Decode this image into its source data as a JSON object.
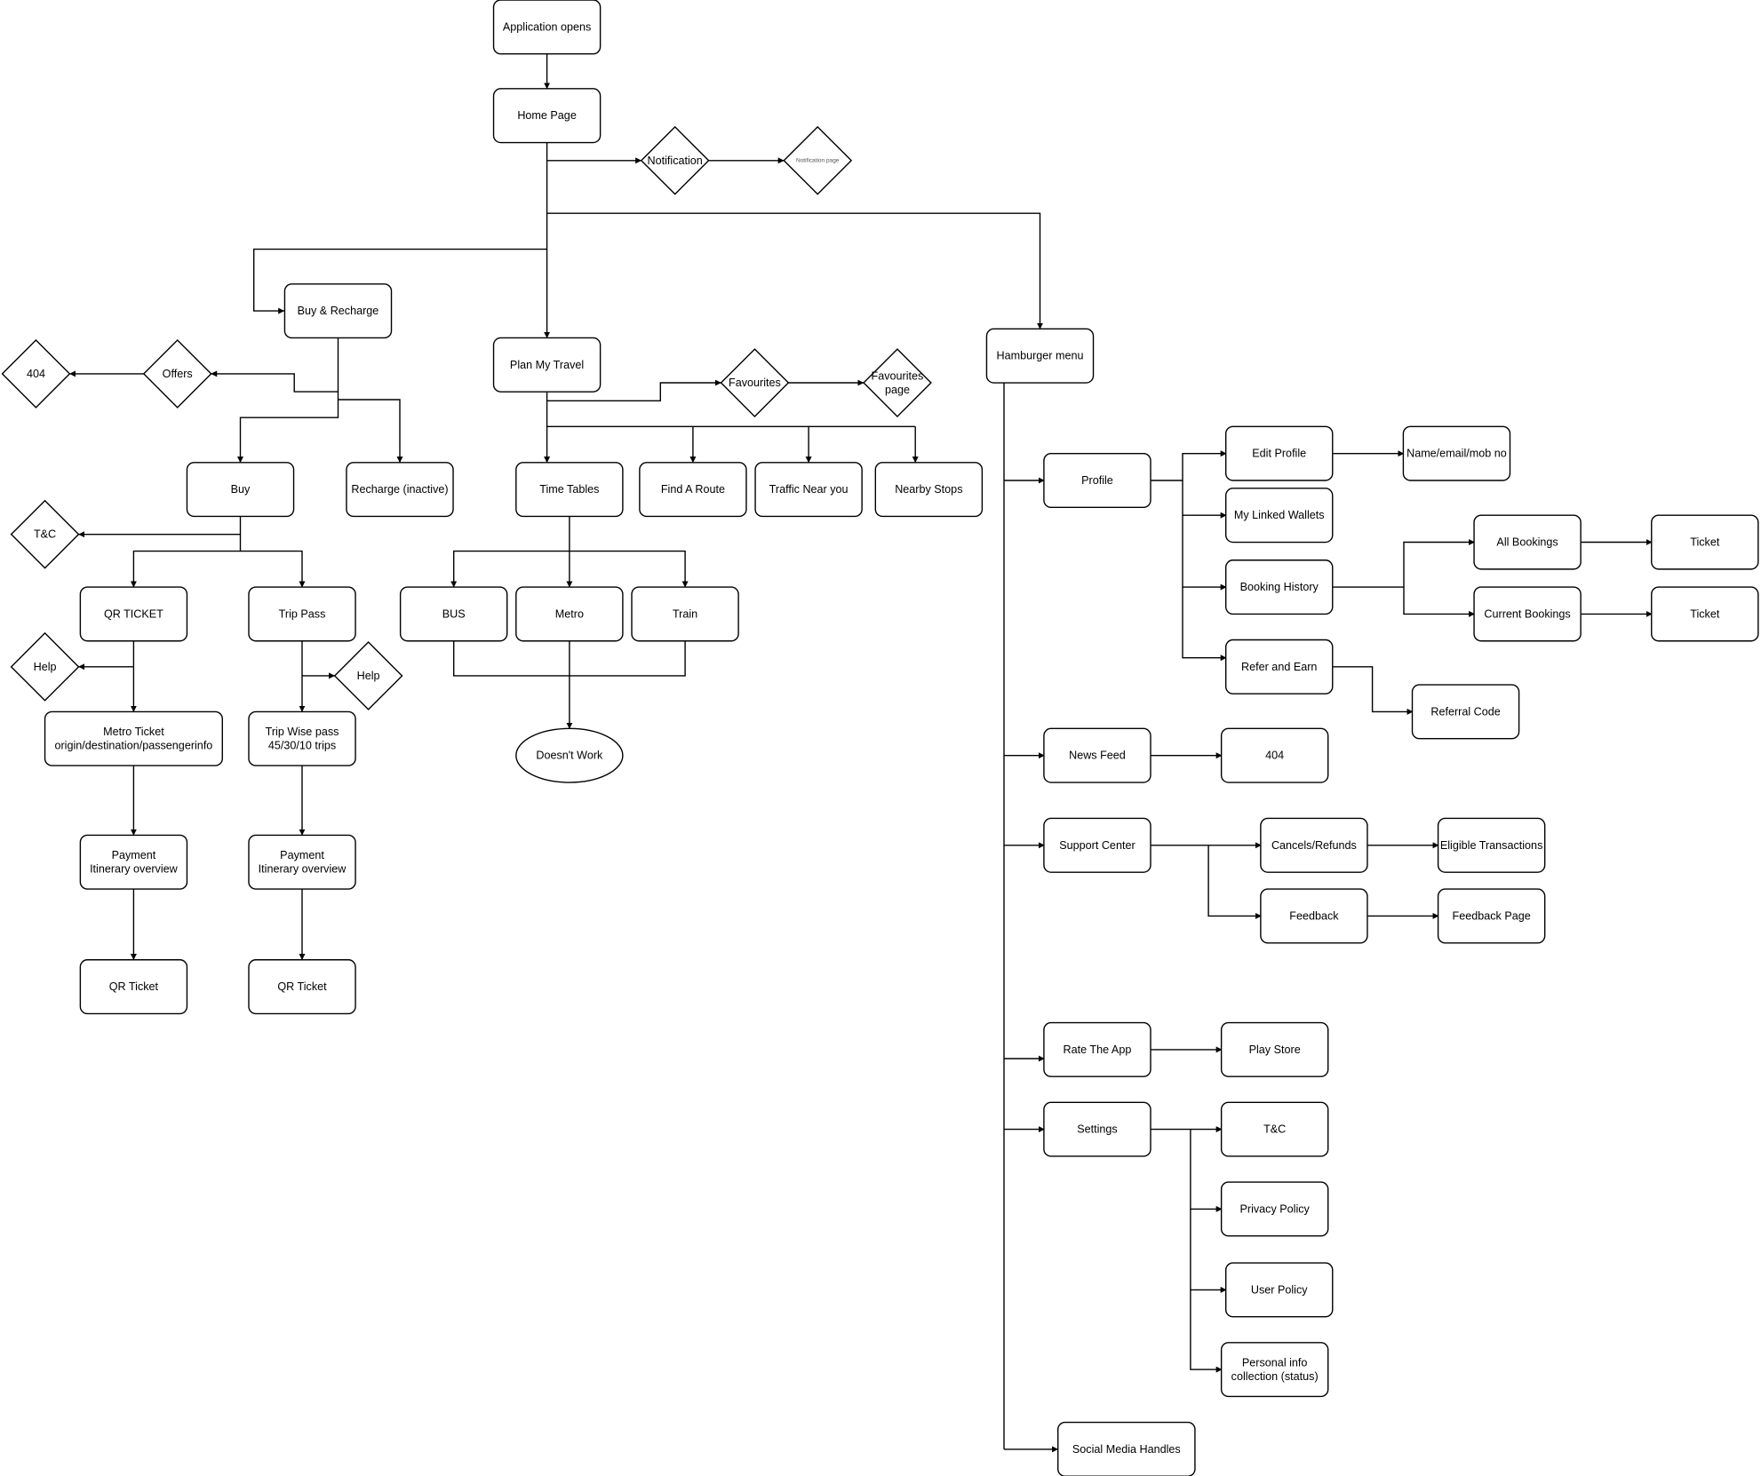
{
  "nodes": {
    "app_opens": "Application opens",
    "home_page": "Home Page",
    "notification": "Notification",
    "notification_page": "Notification page",
    "buy_recharge": "Buy & Recharge",
    "plan_my_travel": "Plan My Travel",
    "hamburger_menu": "Hamburger menu",
    "offers": "Offers",
    "offers_404": "404",
    "buy": "Buy",
    "recharge_inactive": "Recharge (inactive)",
    "tc_left": "T&C",
    "qr_ticket_upper": "QR TICKET",
    "trip_pass": "Trip Pass",
    "help_left": "Help",
    "help_right": "Help",
    "metro_ticket": "Metro Ticket\norigin/destination/passengerinfo",
    "trip_wise_pass": "Trip Wise pass\n45/30/10 trips",
    "payment_left": "Payment\nItinerary overview",
    "payment_right": "Payment\nItinerary overview",
    "qr_ticket_left": "QR Ticket",
    "qr_ticket_right": "QR Ticket",
    "favourites": "Favourites",
    "favourites_page": "Favourites\npage",
    "time_tables": "Time Tables",
    "find_a_route": "Find A Route",
    "traffic_near_you": "Traffic Near you",
    "nearby_stops": "Nearby Stops",
    "bus": "BUS",
    "metro": "Metro",
    "train": "Train",
    "doesnt_work": "Doesn't Work",
    "profile": "Profile",
    "edit_profile": "Edit Profile",
    "name_email_mob": "Name/email/mob no",
    "my_linked_wallets": "My Linked Wallets",
    "booking_history": "Booking History",
    "all_bookings": "All Bookings",
    "current_bookings": "Current Bookings",
    "ticket_1": "Ticket",
    "ticket_2": "Ticket",
    "refer_and_earn": "Refer and Earn",
    "referral_code": "Referral Code",
    "news_feed": "News Feed",
    "news_404": "404",
    "support_center": "Support Center",
    "cancels_refunds": "Cancels/Refunds",
    "eligible_transactions": "Eligible Transactions",
    "feedback": "Feedback",
    "feedback_page": "Feedback Page",
    "rate_the_app": "Rate The App",
    "play_store": "Play Store",
    "settings": "Settings",
    "settings_tc": "T&C",
    "privacy_policy": "Privacy Policy",
    "user_policy": "User Policy",
    "personal_info": "Personal info\ncollection (status)",
    "social_media_handles": "Social Media Handles"
  }
}
